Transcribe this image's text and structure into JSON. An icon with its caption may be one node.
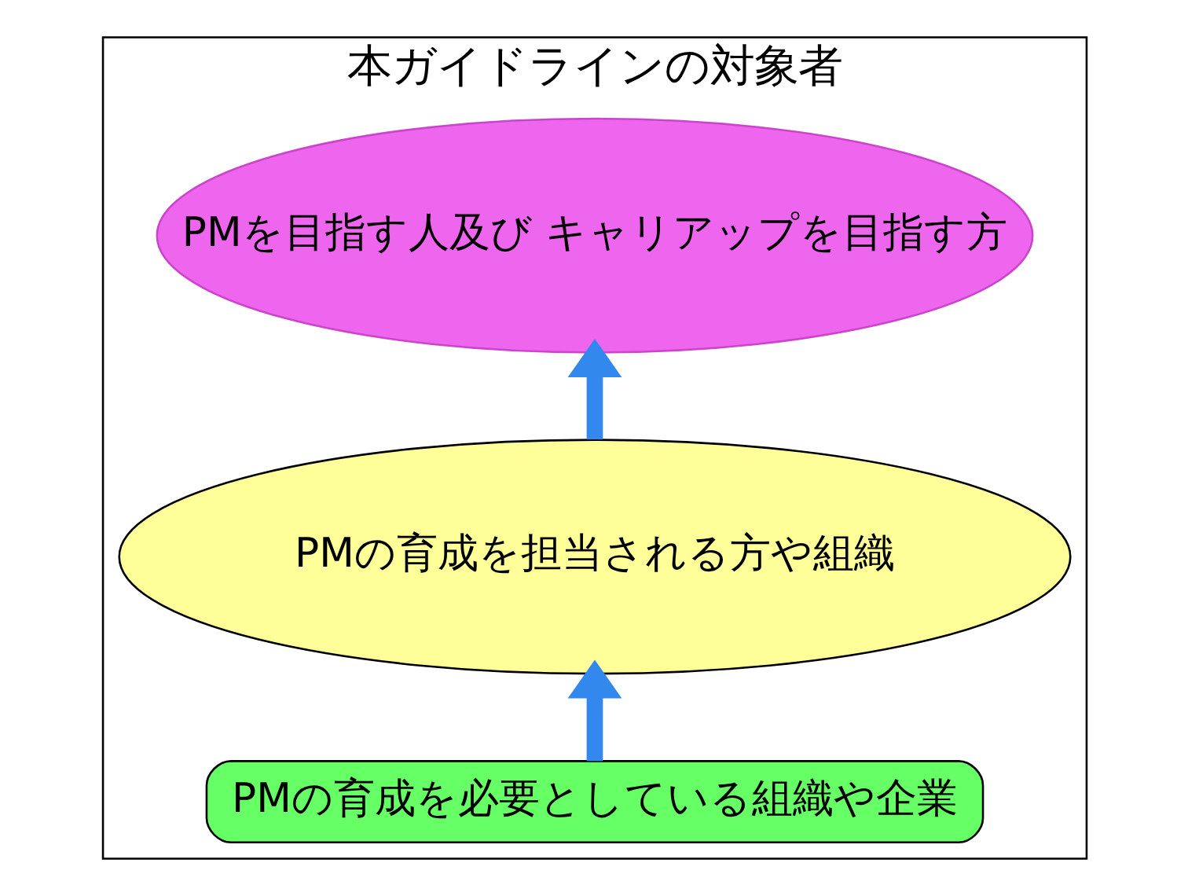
{
  "diagram": {
    "nodes": [
      {
        "text": [
          "本ガイドラインの対象者"
        ]
      },
      {
        "text": [
          "PMを目指す人及び キャリアップを目指す方"
        ],
        "in": 0
      },
      {
        "text": [
          "PMの育成を担当される方や組織"
        ],
        "in": 0
      },
      {
        "text": [
          "PMの育成を必要としている組織や企業"
        ],
        "in": 0
      }
    ],
    "edges": [
      {
        "from": 3,
        "to": 2,
        "arrow": "to"
      },
      {
        "from": 2,
        "to": 1,
        "arrow": "to"
      }
    ]
  }
}
